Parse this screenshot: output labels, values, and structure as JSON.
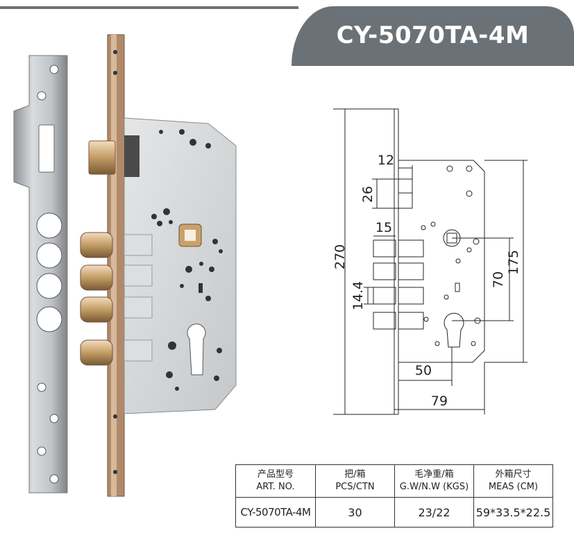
{
  "product": {
    "model_title": "CY-5070TA-4M"
  },
  "drawing": {
    "dimensions": {
      "overall_height": "270",
      "backset_distance": "175",
      "center_distance": "70",
      "latch_width": "12",
      "latch_height": "26",
      "bolt_throw": "15",
      "bolt_diameter": "14.4",
      "backset": "50",
      "case_width": "79"
    }
  },
  "spec_table": {
    "headers": [
      {
        "cn": "产品型号",
        "en": "ART. NO."
      },
      {
        "cn": "把/箱",
        "en": "PCS/CTN"
      },
      {
        "cn": "毛净重/箱",
        "en": "G.W/N.W (KGS)"
      },
      {
        "cn": "外箱尺寸",
        "en": "MEAS (CM)"
      }
    ],
    "row": {
      "art_no": "CY-5070TA-4M",
      "pcs_ctn": "30",
      "weight": "23/22",
      "meas": "59*33.5*22.5"
    }
  },
  "colors": {
    "banner": "#6b7277",
    "steel": "#b9bcbf",
    "brass": "#c9a36c"
  }
}
